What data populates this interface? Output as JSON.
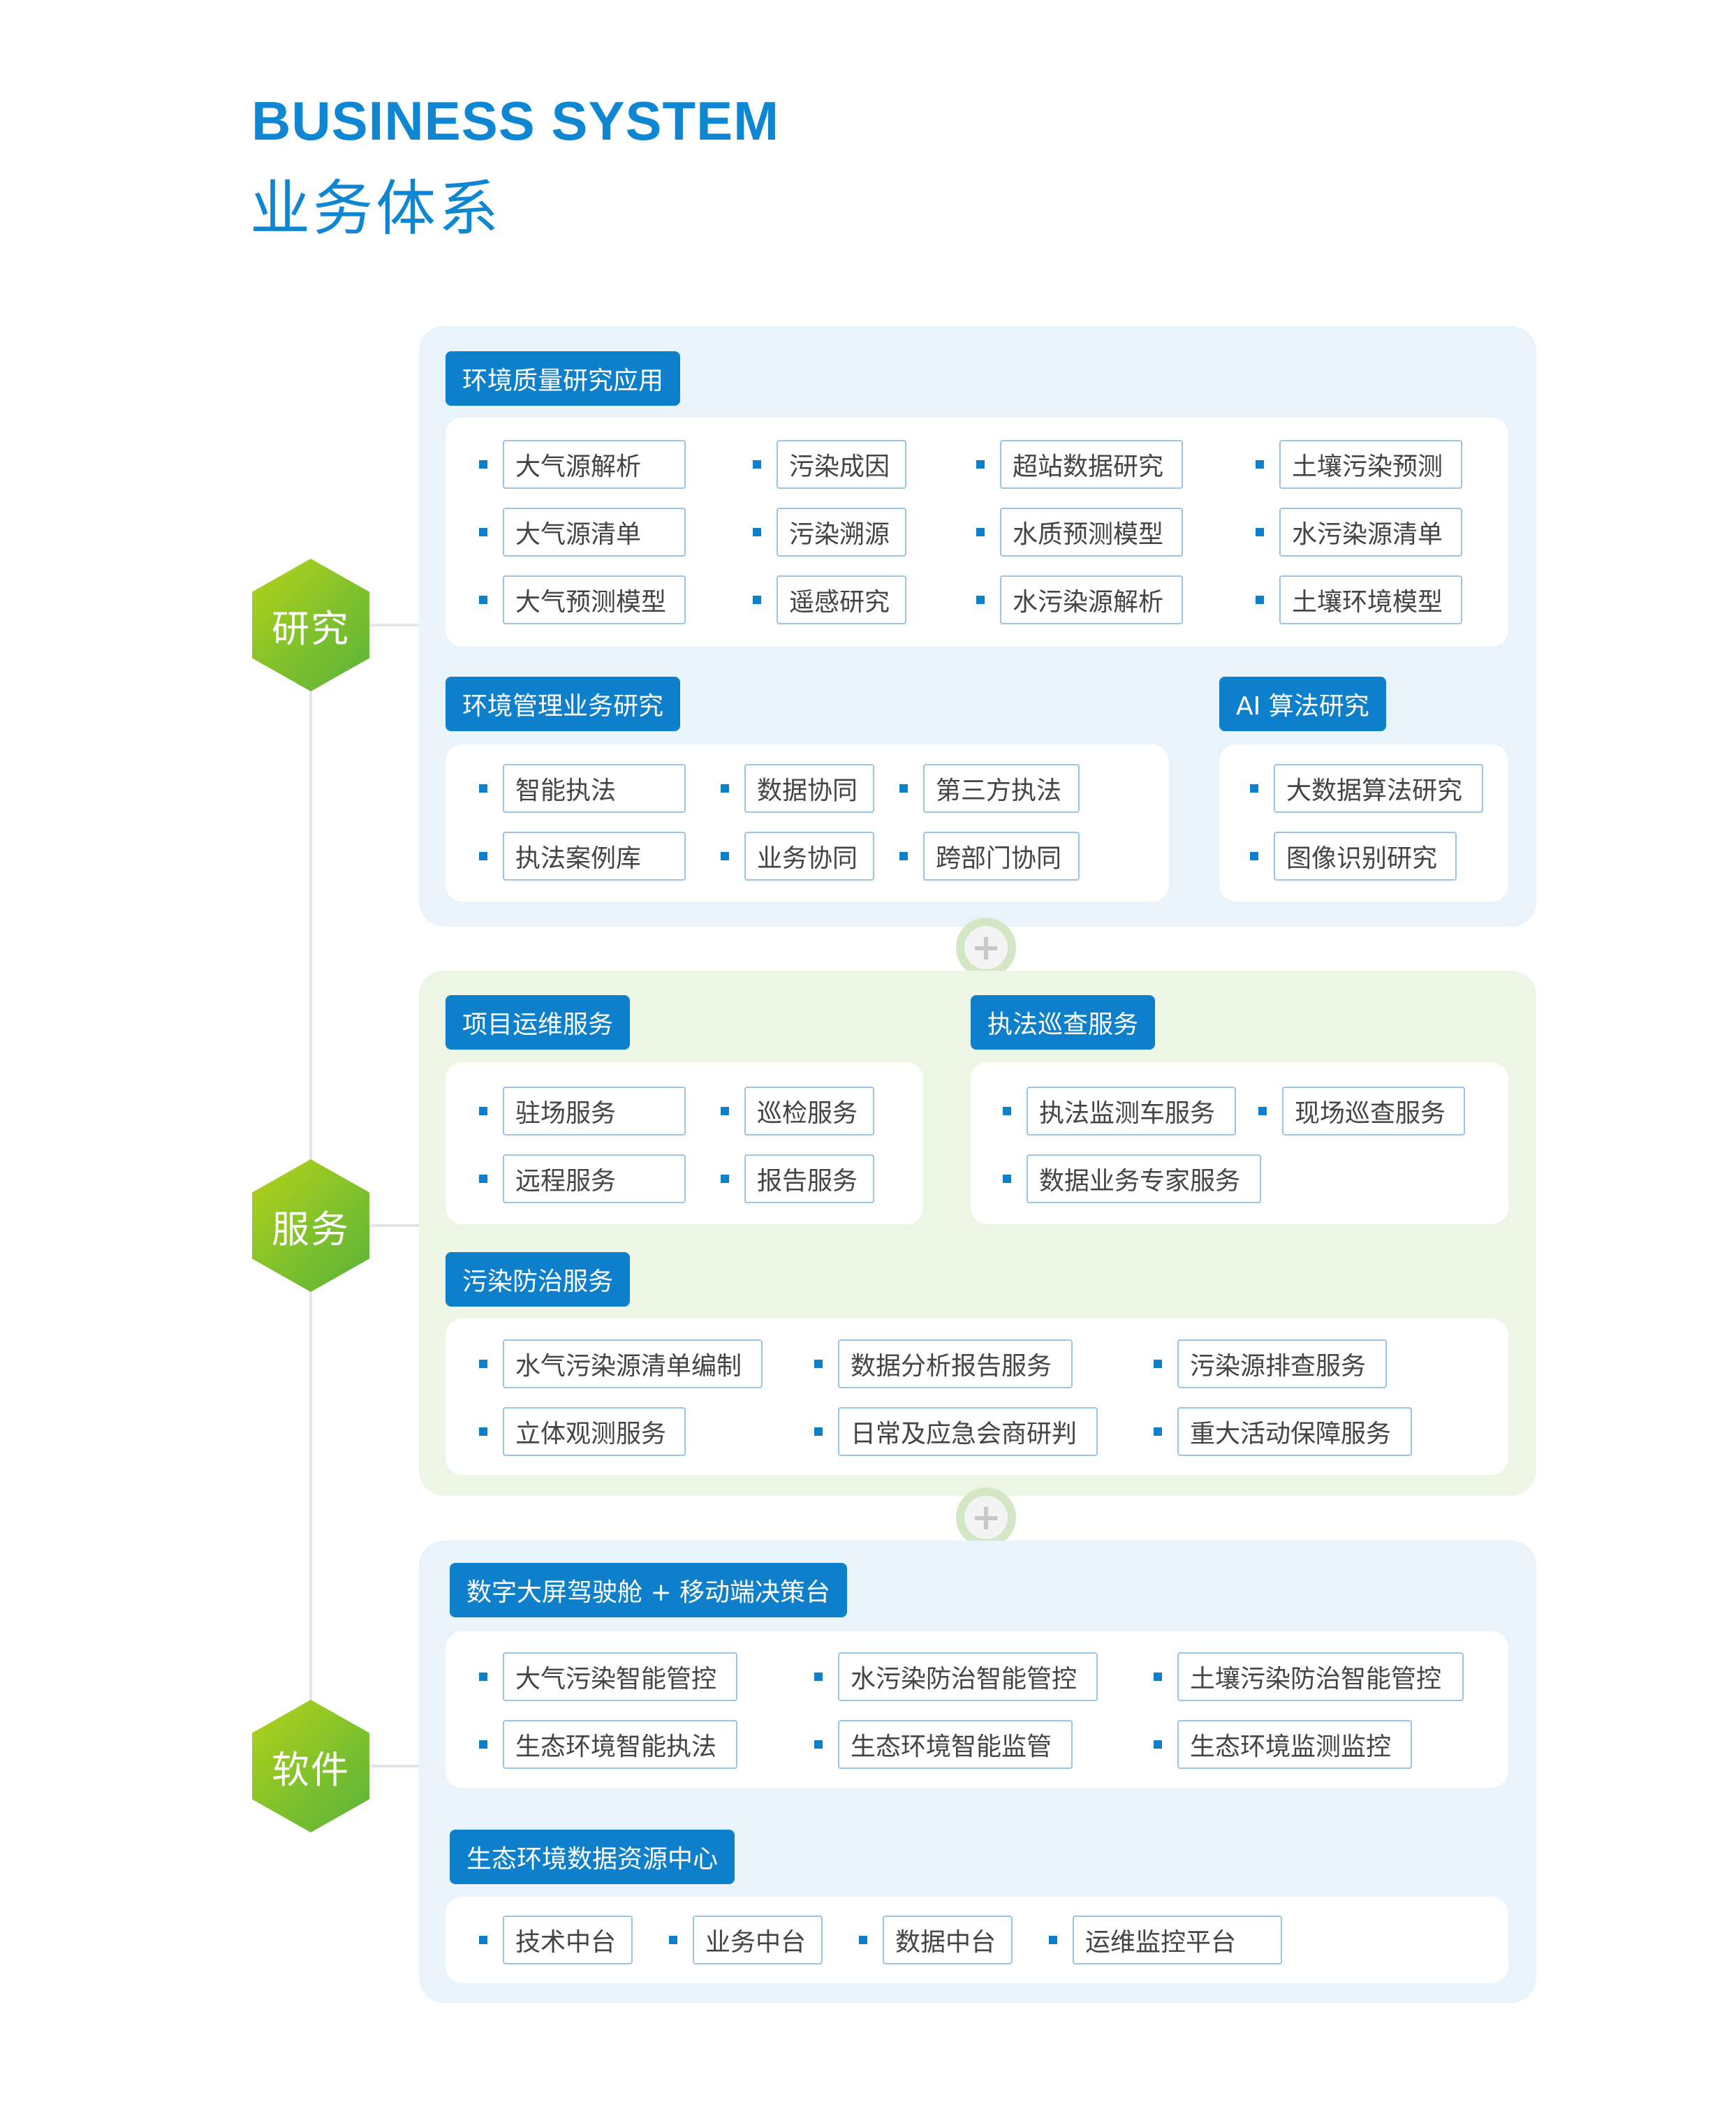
{
  "header": {
    "title_en": "BUSINESS SYSTEM",
    "title_zh": "业务体系"
  },
  "tiers": {
    "research": "研究",
    "service": "服务",
    "software": "软件"
  },
  "plus_symbol": "+",
  "research": {
    "env_quality": {
      "title": "环境质量研究应用",
      "items": [
        "大气源解析",
        "污染成因",
        "超站数据研究",
        "土壤污染预测",
        "大气源清单",
        "污染溯源",
        "水质预测模型",
        "水污染源清单",
        "大气预测模型",
        "遥感研究",
        "水污染源解析",
        "土壤环境模型"
      ]
    },
    "env_management": {
      "title": "环境管理业务研究",
      "items": [
        "智能执法",
        "数据协同",
        "第三方执法",
        "执法案例库",
        "业务协同",
        "跨部门协同"
      ]
    },
    "ai": {
      "title": "AI 算法研究",
      "items": [
        "大数据算法研究",
        "图像识别研究"
      ]
    }
  },
  "service": {
    "ops": {
      "title": "项目运维服务",
      "items": [
        "驻场服务",
        "巡检服务",
        "远程服务",
        "报告服务"
      ]
    },
    "patrol": {
      "title": "执法巡查服务",
      "items": [
        "执法监测车服务",
        "现场巡查服务",
        "数据业务专家服务"
      ]
    },
    "pollution": {
      "title": "污染防治服务",
      "items": [
        "水气污染源清单编制",
        "数据分析报告服务",
        "污染源排查服务",
        "立体观测服务",
        "日常及应急会商研判",
        "重大活动保障服务"
      ]
    }
  },
  "software": {
    "cockpit": {
      "title": "数字大屏驾驶舱 + 移动端决策台",
      "items": [
        "大气污染智能管控",
        "水污染防治智能管控",
        "土壤污染防治智能管控",
        "生态环境智能执法",
        "生态环境智能监管",
        "生态环境监测监控"
      ]
    },
    "data_center": {
      "title": "生态环境数据资源中心",
      "items": [
        "技术中台",
        "业务中台",
        "数据中台",
        "运维监控平台"
      ]
    }
  },
  "colors": {
    "primary_blue": "#0e7fcb",
    "hex_green": "#7fc12c",
    "panel_blue": "#e8f3fc",
    "panel_green": "#edf5e5"
  }
}
